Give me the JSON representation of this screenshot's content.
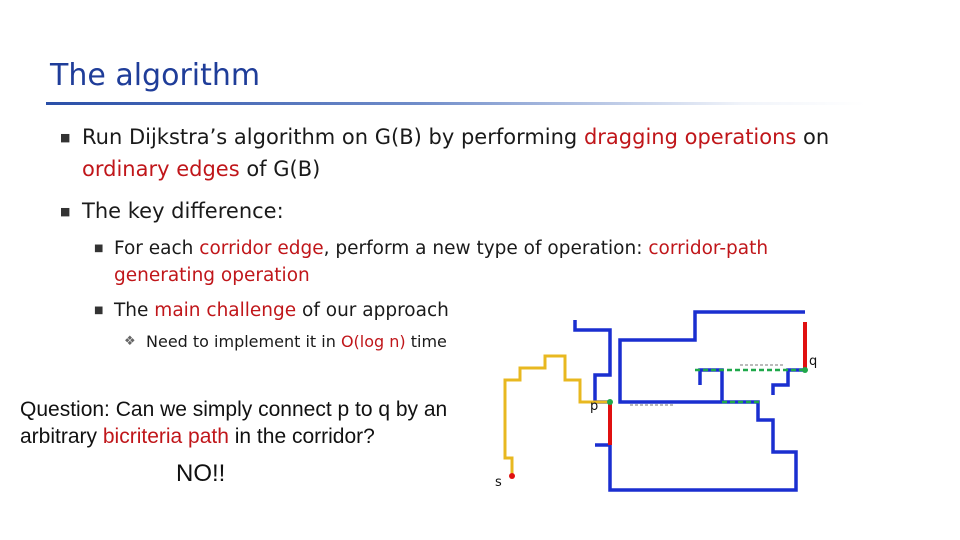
{
  "title": "The algorithm",
  "bullets": {
    "b1": {
      "p1": "Run Dijkstra’s algorithm on G(B) by performing ",
      "red1": "dragging operations",
      "p2": " on ",
      "red2": "ordinary edges",
      "p3": " of G(B)"
    },
    "b2": {
      "text": "The key difference:"
    },
    "b3": {
      "p1": "For each ",
      "red1": "corridor edge",
      "p2": ", perform a new type of operation: ",
      "red2": "corridor-path generating operation"
    },
    "b4": {
      "p1": "The ",
      "red1": "main challenge",
      "p2": " of our approach"
    },
    "b5": {
      "p1": "Need to implement it in ",
      "red1": "O(log n)",
      "p2": " time"
    }
  },
  "question": {
    "p1": "Question: Can we simply connect p to q by an arbitrary ",
    "red1": "bicriteria path",
    "p2": " in the corridor?"
  },
  "answer": "NO!!",
  "diagram": {
    "label_p": "p",
    "label_q": "q",
    "label_s": "s"
  },
  "colors": {
    "title": "#1f3d99",
    "accent_red": "#c0161a",
    "corridor_blue": "#1a2fd0",
    "path_yellow": "#e8b820",
    "corridor_red": "#e01010",
    "dashed_green": "#1fa84a"
  },
  "icons": {
    "level1_marker": "square-bullet-icon",
    "level3_marker": "diamond-bullet-icon"
  }
}
